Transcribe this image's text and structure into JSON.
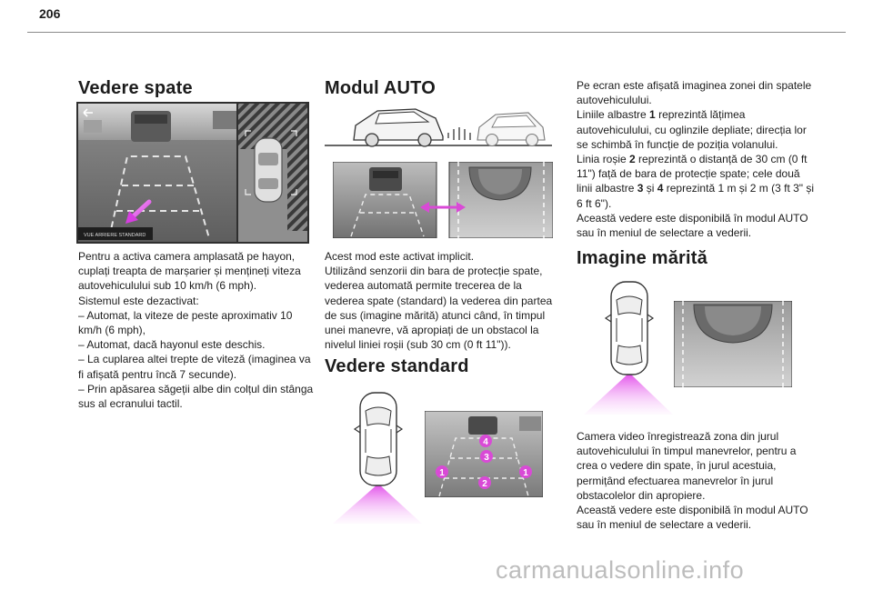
{
  "page": {
    "number": "206"
  },
  "col1": {
    "title": "Vedere spate",
    "screen_banner": "VUE ARRIERE STANDARD",
    "paragraphs": [
      "Pentru a activa camera amplasată pe hayon, cuplați treapta de marșarier și mențineți viteza autovehiculului sub 10 km/h (6 mph).",
      "Sistemul este dezactivat:",
      "–  Automat, la viteze de peste aproximativ 10 km/h (6 mph),",
      "–  Automat, dacă hayonul este deschis.",
      "–  La cuplarea altei trepte de viteză (imaginea va fi afișată pentru încă 7 secunde).",
      "–  Prin apăsarea săgeții albe din colțul din stânga sus al ecranului tactil."
    ]
  },
  "col2": {
    "title_auto": "Modul AUTO",
    "auto_paragraphs": [
      "Acest mod este activat implicit.",
      "Utilizând senzorii din bara de protecție spate, vederea automată permite trecerea de la vederea spate (standard) la vederea din partea de sus (imagine mărită) atunci când, în timpul unei manevre, vă apropiați de un obstacol la nivelul liniei roșii (sub 30 cm (0 ft 11\"))."
    ],
    "title_standard": "Vedere standard",
    "markers": [
      "1",
      "1",
      "2",
      "3",
      "4"
    ]
  },
  "col3": {
    "intro": "Pe ecran este afișată imaginea zonei din spatele autovehiculului.",
    "line_blue_pre": "Liniile albastre ",
    "line_blue_num": "1",
    "line_blue_post": " reprezintă lățimea autovehiculului, cu oglinzile depliate; direcția lor se schimbă în funcție de poziția volanului.",
    "line_red_pre": "Linia roșie ",
    "line_red_num": "2",
    "line_red_post": " reprezintă o distanță de 30 cm (0 ft 11\") față de bara de protecție spate; cele două linii albastre ",
    "line_blue2_num_a": "3",
    "line_blue2_mid": " și ",
    "line_blue2_num_b": "4",
    "line_blue2_post": " reprezintă 1 m și 2 m (3 ft 3\" și 6 ft 6\").",
    "availability": "Această vedere este disponibilă în modul AUTO sau în meniul de selectare a vederii.",
    "title_zoom": "Imagine mărită",
    "zoom_paragraphs": [
      "Camera video înregistrează zona din jurul autovehiculului în timpul manevrelor, pentru a crea o vedere din spate, în jurul acestuia, permițând efectuarea manevrelor în jurul obstacolelor din apropiere.",
      "Această vedere este disponibilă în modul AUTO sau în meniul de selectare a vederii."
    ]
  },
  "footer": {
    "watermark": "carmanualsonline.info"
  },
  "colors": {
    "accent_magenta": "#e040e8",
    "marker_magenta": "#d94ad6",
    "screen_dark": "#2b2b2b"
  }
}
